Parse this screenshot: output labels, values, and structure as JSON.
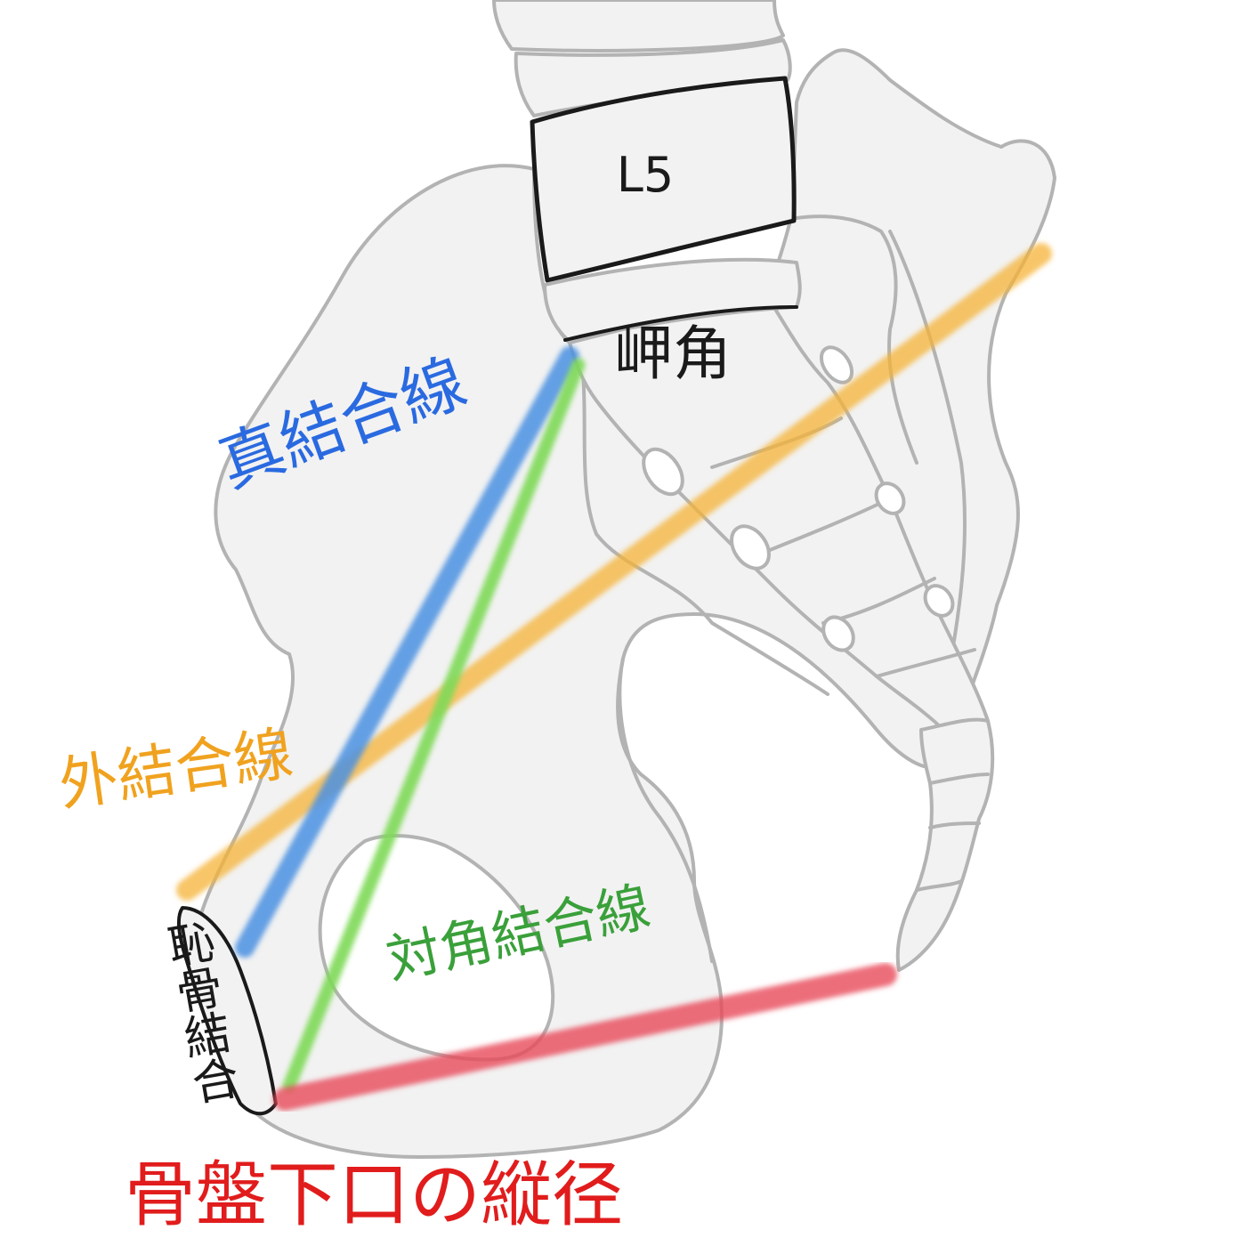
{
  "labels": {
    "vertebra": "L5",
    "promontory": "岬角",
    "true_conjugate": "真結合線",
    "external_conjugate": "外結合線",
    "diagonal_conjugate": "対角結合線",
    "pubic_symphysis": "恥骨結合",
    "outlet_diameter": "骨盤下口の縦径"
  },
  "colors": {
    "true_conjugate": "#4a90e2",
    "external_conjugate": "#f5b335",
    "diagonal_conjugate": "#7ed957",
    "diagonal_conjugate_text": "#3aa03a",
    "outlet_diameter": "#e84a5a",
    "outlet_text": "#e11c1c",
    "bone_fill": "#f2f2f2",
    "bone_outline": "#b3b3b3",
    "ink": "#1a1a1a"
  }
}
